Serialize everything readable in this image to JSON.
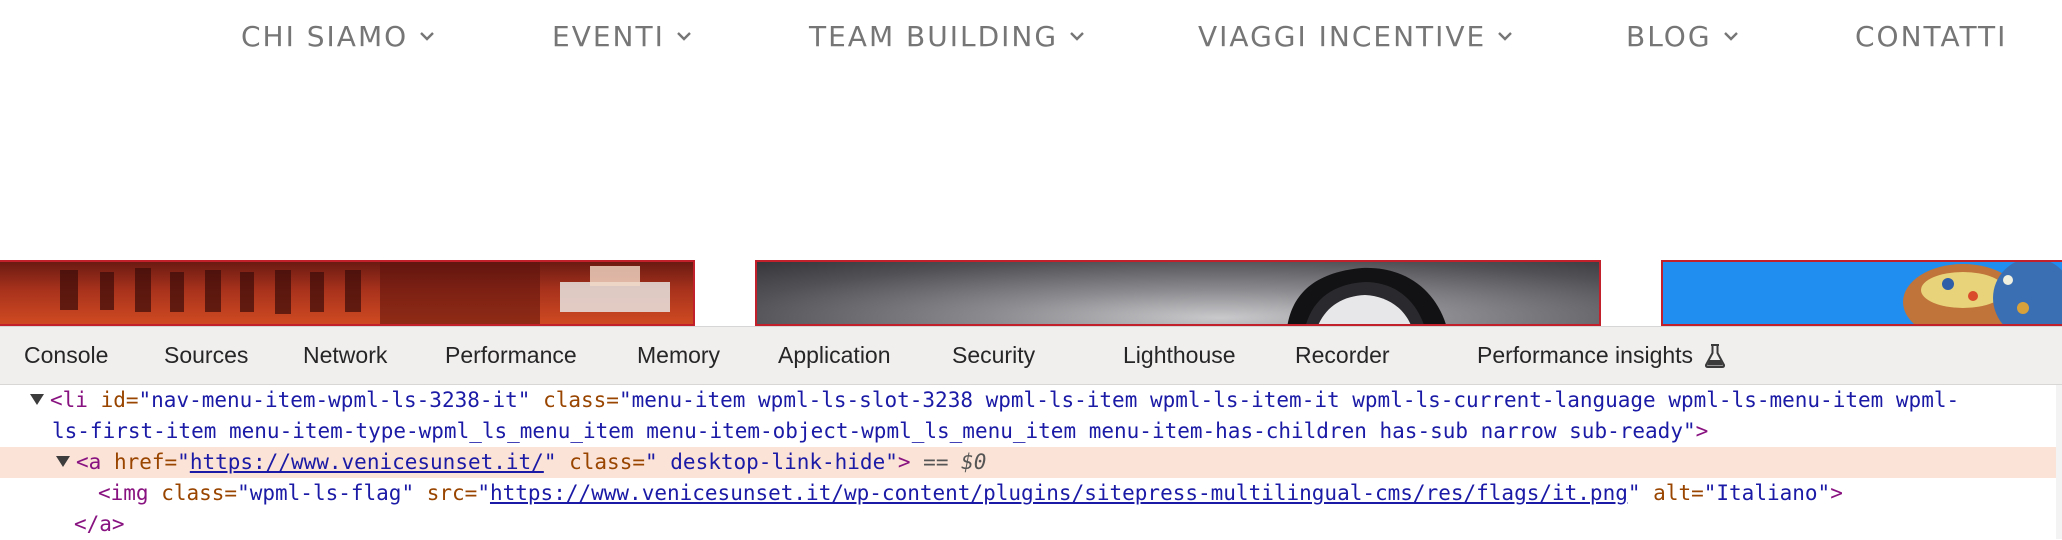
{
  "site_nav": {
    "items": [
      {
        "label": "CHI SIAMO",
        "has_dropdown": true
      },
      {
        "label": "EVENTI",
        "has_dropdown": true
      },
      {
        "label": "TEAM BUILDING",
        "has_dropdown": true
      },
      {
        "label": "VIAGGI INCENTIVE",
        "has_dropdown": true
      },
      {
        "label": "BLOG",
        "has_dropdown": true
      },
      {
        "label": "CONTATTI",
        "has_dropdown": false
      }
    ],
    "color": "#767676"
  },
  "devtools": {
    "tabs": [
      {
        "label": "Console"
      },
      {
        "label": "Sources"
      },
      {
        "label": "Network"
      },
      {
        "label": "Performance"
      },
      {
        "label": "Memory"
      },
      {
        "label": "Application"
      },
      {
        "label": "Security"
      },
      {
        "label": "Lighthouse"
      },
      {
        "label": "Recorder"
      },
      {
        "label": "Performance insights",
        "icon": "flask-icon"
      }
    ],
    "code": {
      "line1": {
        "open": "<li",
        "id_name": " id=",
        "id_value": "\"nav-menu-item-wpml-ls-3238-it\"",
        "class_name": " class=",
        "class_value_part1": "\"menu-item wpml-ls-slot-3238 wpml-ls-item wpml-ls-item-it wpml-ls-current-language wpml-ls-menu-item wpml-"
      },
      "line2": {
        "class_value_part2": "ls-first-item menu-item-type-wpml_ls_menu_item menu-item-object-wpml_ls_menu_item menu-item-has-children has-sub narrow sub-ready\"",
        "close": ">"
      },
      "line3": {
        "open": "<a",
        "href_name": " href=",
        "href_q1": "\"",
        "href_value": "https://www.venicesunset.it/",
        "href_q2": "\"",
        "class_name": " class=",
        "class_value": "\" desktop-link-hide\"",
        "close": ">",
        "eq": " == ",
        "dollar": "$0"
      },
      "line4": {
        "open": "<img",
        "class_name": " class=",
        "class_value": "\"wpml-ls-flag\"",
        "src_name": " src=",
        "src_q1": "\"",
        "src_value": "https://www.venicesunset.it/wp-content/plugins/sitepress-multilingual-cms/res/flags/it.png",
        "src_q2": "\"",
        "alt_name": " alt=",
        "alt_value": "\"Italiano\"",
        "close": ">"
      },
      "line5": {
        "text": "</a>"
      }
    },
    "selected_row_color": "#fbe3d7"
  }
}
